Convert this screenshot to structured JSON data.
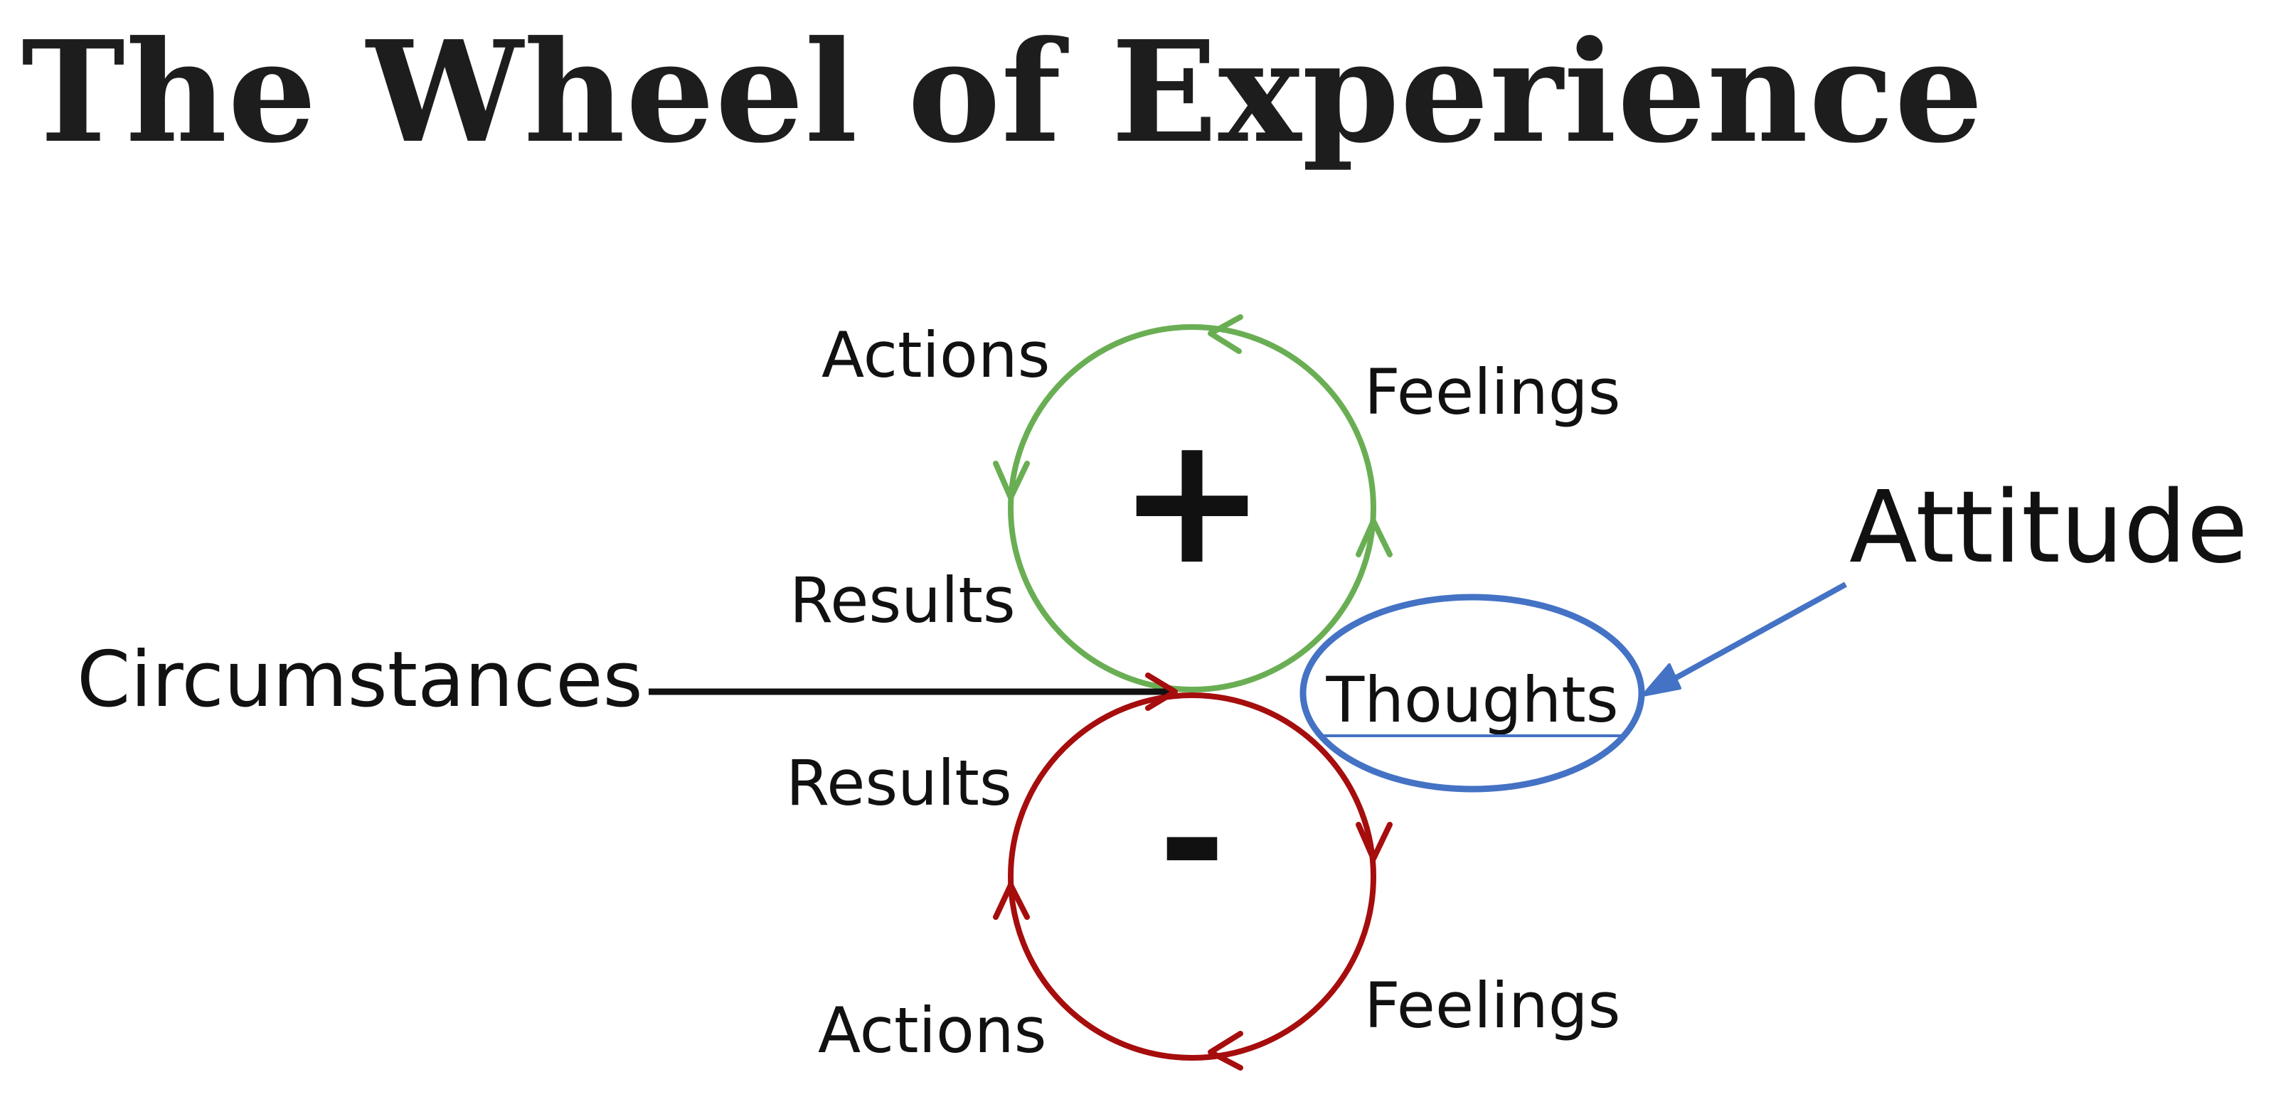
{
  "title": "The Wheel of Experience",
  "colors": {
    "positive": "#6aae54",
    "negative": "#a60d0d",
    "attitude": "#4472c4",
    "text": "#111111"
  },
  "positive_cycle": {
    "symbol": "+",
    "actions": "Actions",
    "feelings": "Feelings",
    "results": "Results"
  },
  "negative_cycle": {
    "symbol": "-",
    "actions": "Actions",
    "feelings": "Feelings",
    "results": "Results"
  },
  "circumstances": "Circumstances",
  "thoughts": "Thoughts",
  "attitude": "Attitude"
}
